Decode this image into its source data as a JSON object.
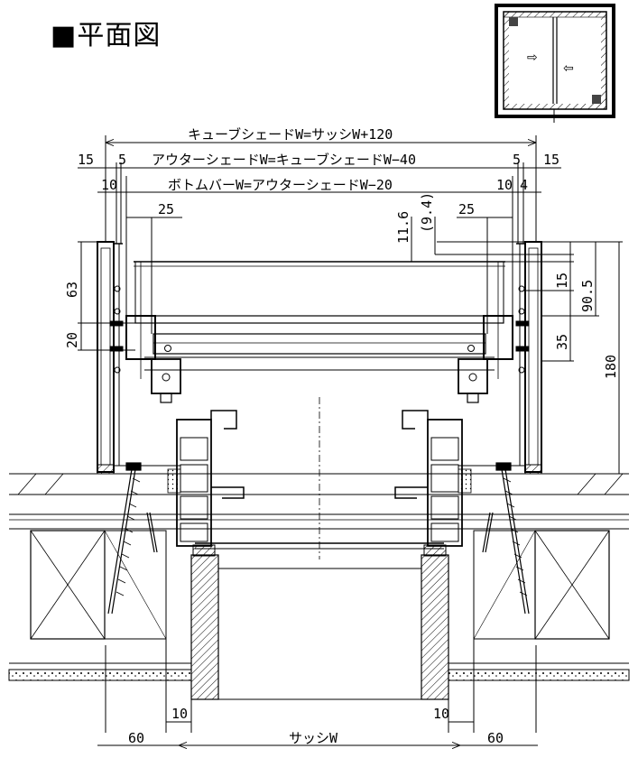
{
  "title": "■平面図",
  "dimensions": {
    "cube_shade_w": "キューブシェードW=サッシW+120",
    "outer_shade_w": "アウターシェードW=キューブシェードW−40",
    "bottom_bar_w": "ボトムバーW=アウターシェードW−20",
    "sash_w": "サッシW",
    "d15_left": "15",
    "d5_left": "5",
    "d5_right": "5",
    "d15_right": "15",
    "d10_left": "10",
    "d10_right": "10",
    "d4_right": "4",
    "d25_left": "25",
    "d25_right": "25",
    "d11_6": "11.6",
    "d9_4": "(9.4)",
    "d63": "63",
    "d20": "20",
    "d15_vert": "15",
    "d90_5": "90.5",
    "d35": "35",
    "d180": "180",
    "d10_bottom_left": "10",
    "d10_bottom_right": "10",
    "d60_left": "60",
    "d60_right": "60"
  },
  "thumbnail": {
    "arrow_right": "⇨",
    "arrow_left": "⇦"
  }
}
